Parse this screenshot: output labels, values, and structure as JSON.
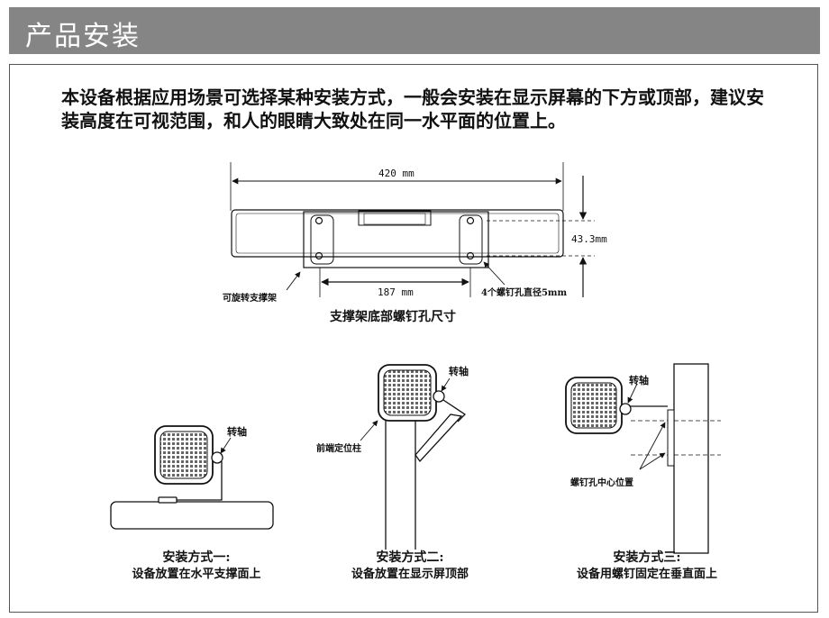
{
  "header": {
    "title": "产品安装"
  },
  "intro": "本设备根据应用场景可选择某种安装方式，一般会安装在显示屏幕的下方或顶部，建议安装高度在可视范围，和人的眼睛大致处在同一水平面的位置上。",
  "bracket_diagram": {
    "width_label": "420 mm",
    "height_label": "43.3mm",
    "hole_spacing_label": "187 mm",
    "rotatable_bracket_label": "可旋转支撑架",
    "holes_label": "4个螺钉孔直径5mm",
    "caption": "支撑架底部螺钉孔尺寸"
  },
  "methods": [
    {
      "title": "安装方式一:",
      "subtitle": "设备放置在水平支撑面上",
      "pivot_label": "转轴"
    },
    {
      "title": "安装方式二:",
      "subtitle": "设备放置在显示屏顶部",
      "pivot_label": "转轴",
      "extra_label": "前端定位柱"
    },
    {
      "title": "安装方式三:",
      "subtitle": "设备用螺钉固定在垂直面上",
      "pivot_label": "转轴",
      "extra_label": "螺钉孔中心位置"
    }
  ]
}
